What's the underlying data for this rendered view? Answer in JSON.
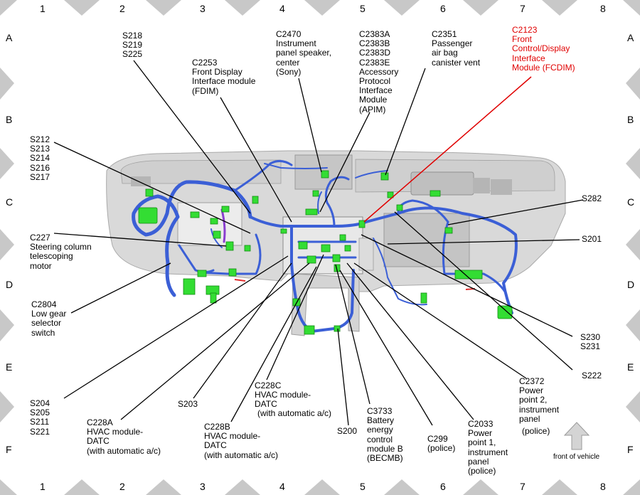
{
  "grid": {
    "columns": [
      "1",
      "2",
      "3",
      "4",
      "5",
      "6",
      "7",
      "8"
    ],
    "rows": [
      "A",
      "B",
      "C",
      "D",
      "E",
      "F"
    ]
  },
  "labels": {
    "s218": "S218\nS219\nS225",
    "c2253": "C2253\nFront Display\nInterface module\n(FDIM)",
    "c2470": "C2470\nInstrument\npanel speaker,\ncenter\n(Sony)",
    "c2383": "C2383A\nC2383B\nC2383D\nC2383E\nAccessory\nProtocol\nInterface\nModule\n(APIM)",
    "c2351": "C2351\nPassenger\nair bag\ncanister vent",
    "c2123": "C2123\nFront\nControl/Display\nInterface\nModule (FCDIM)",
    "s212": "S212\nS213\nS214\nS216\nS217",
    "s282": "S282",
    "s201": "S201",
    "c227": "C227\nSteering column\ntelescoping\nmotor",
    "c2804": "C2804\nLow gear\nselector\nswitch",
    "s230": "S230\nS231",
    "s222": "S222",
    "c2372": "C2372\nPower\npoint 2,\ninstrument\npanel",
    "police_a": "(police)",
    "c228c": "C228C\nHVAC module-\nDATC",
    "with_ac_c": "(with automatic a/c)",
    "s204": "S204\nS205\nS211\nS221",
    "c228a": "C228A\nHVAC module-\nDATC\n(with automatic a/c)",
    "s203": "S203",
    "c228b": "C228B\nHVAC module-\nDATC\n(with automatic a/c)",
    "c3733": "C3733\nBattery\nenergy\ncontrol\nmodule B\n(BECMB)",
    "s200": "S200",
    "c299": "C299\n(police)",
    "c2033": "C2033\nPower\npoint 1,\ninstrument\npanel\n(police)",
    "front_of_vehicle": "front of vehicle"
  },
  "colors": {
    "harness": "#3b5fd6",
    "connector": "#33dd33",
    "panel": "#d8d8d8",
    "leader": "#000000",
    "highlight": "#e00000"
  }
}
